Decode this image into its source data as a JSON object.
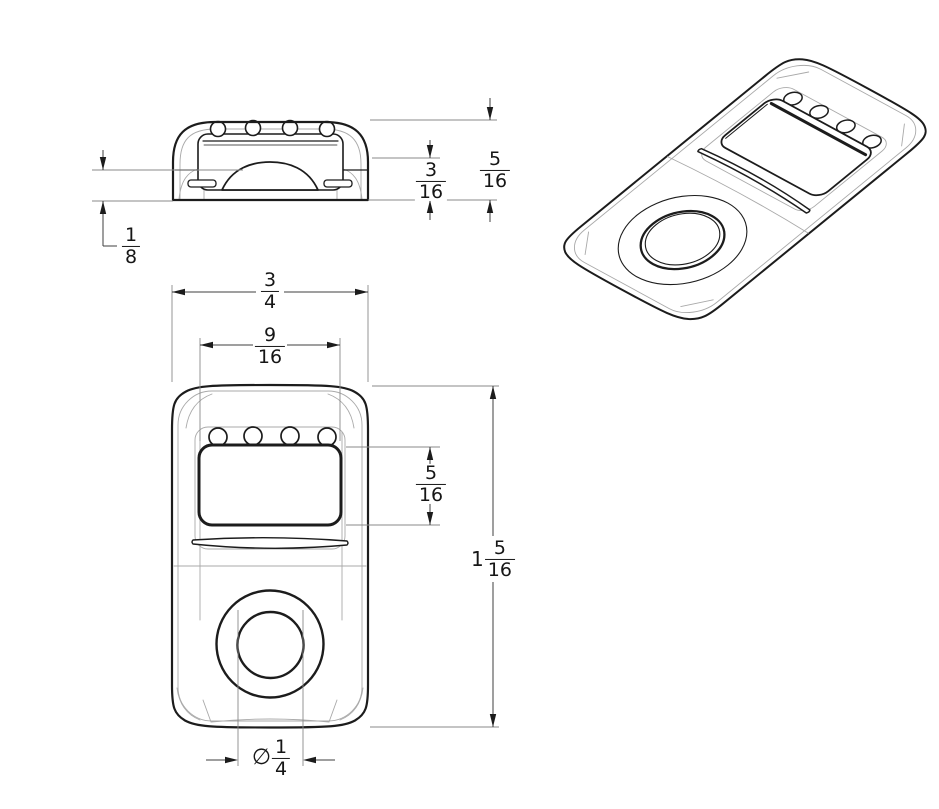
{
  "drawing": {
    "type": "orthographic-technical-drawing",
    "units": "inches (fractional)",
    "colors": {
      "background": "#ffffff",
      "line": "#1c1c1c",
      "seam": "#a9a9a9",
      "dim": "#3f3f3f",
      "text": "#161616"
    },
    "views": {
      "top": {
        "name": "top-profile-view"
      },
      "front": {
        "name": "front-view"
      },
      "iso": {
        "name": "isometric-view"
      }
    },
    "dimensions": {
      "top_height": {
        "num": "5",
        "den": "16"
      },
      "top_recess_depth": {
        "num": "3",
        "den": "16"
      },
      "top_base_height": {
        "num": "1",
        "den": "8"
      },
      "front_width": {
        "num": "3",
        "den": "4"
      },
      "screen_width": {
        "num": "9",
        "den": "16"
      },
      "screen_height": {
        "num": "5",
        "den": "16"
      },
      "front_height": {
        "whole": "1",
        "num": "5",
        "den": "16"
      },
      "dial_diameter": {
        "prefix": "∅",
        "num": "1",
        "den": "4"
      }
    }
  }
}
